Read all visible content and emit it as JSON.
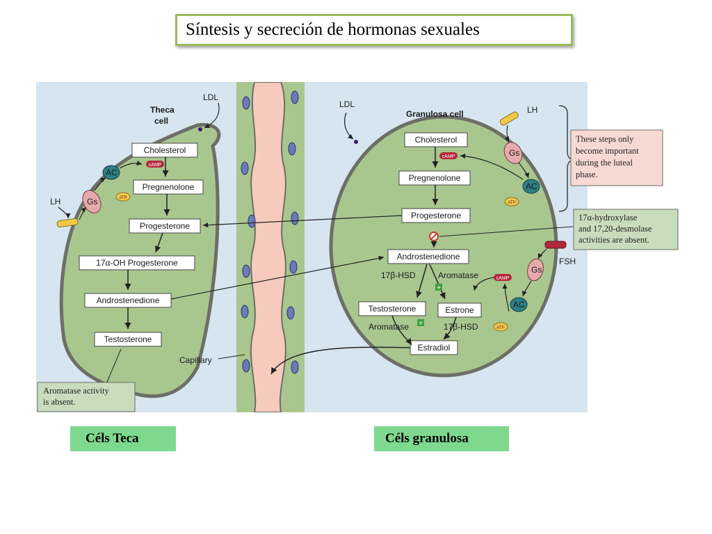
{
  "title": "Síntesis y secreción de hormonas sexuales",
  "captions": {
    "theca": "Céls Teca",
    "granulosa": "Céls granulosa"
  },
  "colors": {
    "cell_fill": "#a9c68f",
    "cell_border": "#6b6f66",
    "capillary_fill": "#f6cbbd",
    "caption_bg": "#7ed98e",
    "title_border": "#9bbb59",
    "note_pink": "#f7d9d4",
    "note_green": "#c9dcbc",
    "camp_red": "#b3283a",
    "ac_teal": "#2e7f86",
    "gs_pink": "#e8a9ad"
  },
  "theca": {
    "title_line1": "Theca",
    "title_line2": "cell",
    "ldl": "LDL",
    "lh": "LH",
    "gs": "Gs",
    "ac": "AC",
    "camp": "cAMP",
    "atp": "ATP",
    "steps": [
      "Cholesterol",
      "Pregnenolone",
      "Progesterone",
      "17α-OH Progesterone",
      "Androstenedione",
      "Testosterone"
    ],
    "note_line1": "Aromatase activity",
    "note_line2": "is absent."
  },
  "capillary": {
    "label": "Capillary"
  },
  "granulosa": {
    "title": "Granulosa cell",
    "ldl": "LDL",
    "lh": "LH",
    "fsh": "FSH",
    "gs": "Gs",
    "ac": "AC",
    "camp": "cAMP",
    "atp": "ATP",
    "steps": [
      "Cholesterol",
      "Pregnenolone",
      "Progesterone",
      "Androstenedione",
      "Testosterone",
      "Estrone",
      "Estradiol"
    ],
    "enzyme_17bhsd": "17β-HSD",
    "enzyme_aromatase": "Aromatase",
    "plus": "+",
    "inhibit": "⊘"
  },
  "luteal_note": {
    "lines": [
      "These steps only",
      "become important",
      "during the luteal",
      "phase."
    ]
  },
  "absent_note": {
    "lines": [
      "17α-hydroxylase",
      "and 17,20-desmolase",
      "activities are absent."
    ]
  }
}
